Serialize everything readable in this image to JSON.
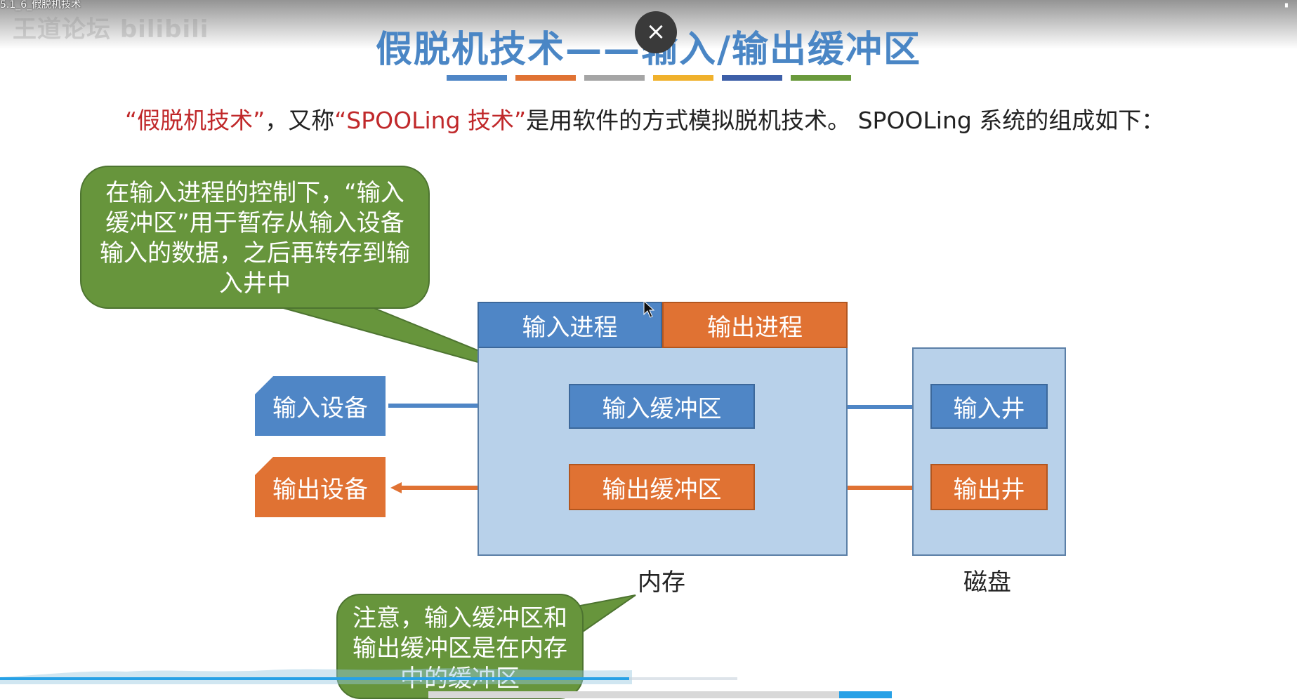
{
  "video": {
    "title": "5.1_6_假脱机技术",
    "watermark": "王道论坛 bilibili"
  },
  "slide": {
    "title": "假脱机技术——输入/输出缓冲区",
    "title_bar_colors": [
      "#4f86c6",
      "#e07233",
      "#a5a5a5",
      "#f0b12c",
      "#3d5fa8",
      "#6a9a3c"
    ],
    "intro": {
      "part1": "“假脱机技术”",
      "part2": "，又称",
      "part3": "“SPOOLing 技术”",
      "part4": "是用软件的方式模拟脱机技术。 SPOOLing 系统的组成如下："
    },
    "callout_top": "在输入进程的控制下，“输入缓冲区”用于暂存从输入设备输入的数据，之后再转存到输入井中",
    "callout_bottom": "注意，输入缓冲区和输出缓冲区是在内存中的缓冲区",
    "memory": {
      "input_process": "输入进程",
      "output_process": "输出进程",
      "input_buffer": "输入缓冲区",
      "output_buffer": "输出缓冲区",
      "caption": "内存"
    },
    "disk": {
      "input_well": "输入井",
      "output_well": "输出井",
      "caption": "磁盘"
    },
    "devices": {
      "input_device": "输入设备",
      "output_device": "输出设备"
    }
  },
  "player": {
    "close_label": "×",
    "progress": 0.485
  }
}
